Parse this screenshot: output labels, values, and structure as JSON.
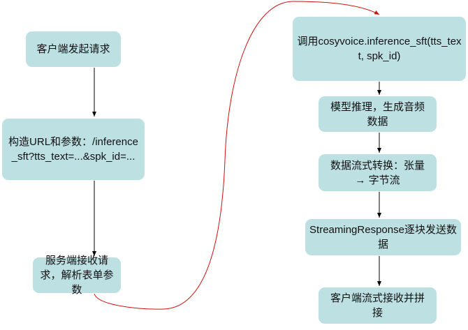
{
  "nodes": {
    "client_request": "客户端发起请求",
    "build_url": "构造URL和参数：/inference_sft?tts_text=...&spk_id=...",
    "server_receive": "服务端接收请求，解析表单参数",
    "call_inference": "调用cosyvoice.inference_sft(tts_text, spk_id)",
    "model_infer": "模型推理，生成音频数据",
    "stream_convert": "数据流式转换：张量 → 字节流",
    "streaming_response": "StreamingResponse逐块发送数据",
    "client_stream": "客户端流式接收并拼接"
  },
  "colors": {
    "box": "#bde0e3",
    "edge": "#000000",
    "cross_edge": "#d01010"
  }
}
